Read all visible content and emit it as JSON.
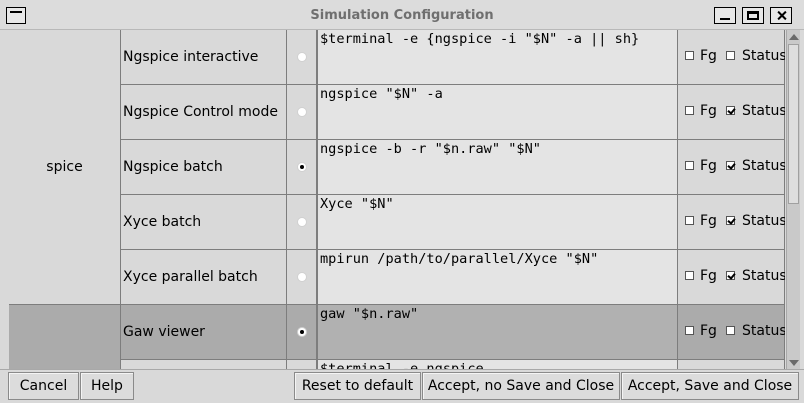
{
  "window": {
    "title": "Simulation Configuration"
  },
  "groups": [
    {
      "label": "spice"
    }
  ],
  "rows": [
    {
      "tool": "Ngspice interactive",
      "command": "$terminal -e {ngspice -i \"$N\" -a || sh}",
      "selected": false,
      "fg": false,
      "status": false,
      "fg_label": "Fg",
      "status_label": "Status"
    },
    {
      "tool": "Ngspice Control mode",
      "command": "ngspice \"$N\" -a",
      "selected": false,
      "fg": false,
      "status": true,
      "fg_label": "Fg",
      "status_label": "Status"
    },
    {
      "tool": "Ngspice batch",
      "command": "ngspice -b -r \"$n.raw\" \"$N\"",
      "selected": true,
      "fg": false,
      "status": true,
      "fg_label": "Fg",
      "status_label": "Status"
    },
    {
      "tool": "Xyce batch",
      "command": "Xyce \"$N\"",
      "selected": false,
      "fg": false,
      "status": true,
      "fg_label": "Fg",
      "status_label": "Status"
    },
    {
      "tool": "Xyce parallel batch",
      "command": "mpirun /path/to/parallel/Xyce \"$N\"",
      "selected": false,
      "fg": false,
      "status": true,
      "fg_label": "Fg",
      "status_label": "Status"
    },
    {
      "tool": "Gaw viewer",
      "command": "gaw \"$n.raw\"",
      "selected": true,
      "fg": false,
      "status": false,
      "fg_label": "Fg",
      "status_label": "Status"
    },
    {
      "tool": "",
      "command": "$terminal -e ngspice",
      "selected": false,
      "fg": false,
      "status": false,
      "fg_label": "",
      "status_label": ""
    }
  ],
  "buttons": {
    "cancel": "Cancel",
    "help": "Help",
    "reset": "Reset to default",
    "accept_no_save": "Accept, no Save and Close",
    "accept_save": "Accept, Save and Close"
  },
  "colors": {
    "window_bg": "#d9d9d9",
    "selected_row_bg": "#ababab",
    "command_bg": "#e4e4e4",
    "title_text": "#6f6f6f"
  }
}
